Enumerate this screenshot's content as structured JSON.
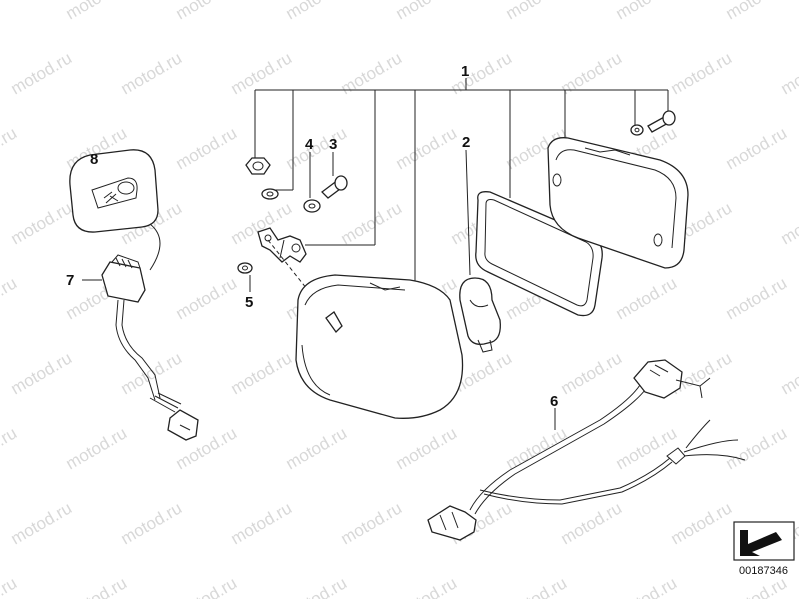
{
  "watermark": "motod.ru",
  "callouts": {
    "c1": "1",
    "c2": "2",
    "c3": "3",
    "c4": "4",
    "c5": "5",
    "c6": "6",
    "c7": "7",
    "c8": "8"
  },
  "drawing_number": "00187346"
}
